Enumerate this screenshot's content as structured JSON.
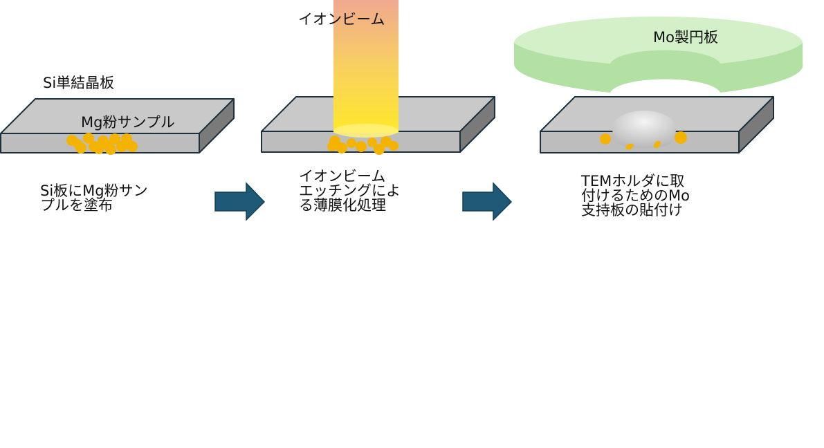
{
  "colors": {
    "plate_top": "#c9c9c9",
    "plate_front": "#bdbdbd",
    "plate_side": "#7a7a7a",
    "plate_edge": "#1c2f3c",
    "particle": "#f5b301",
    "arrow": "#1e5a78",
    "arrow_edge": "#123f55",
    "beam_top": "#f0a890",
    "beam_mid": "#f8d060",
    "beam_bottom": "#ffe82a",
    "mo_disk_top": "#d4f0c8",
    "mo_disk_side": "#b3e0a3",
    "dimple": "#e8e8e8"
  },
  "step1": {
    "plate_label": "Si単結晶板",
    "sample_label": "Mg粉サンプル",
    "caption": [
      "Si板にMg粉サン",
      "プルを塗布"
    ]
  },
  "step2": {
    "beam_label": "イオンビーム",
    "caption": [
      "イオンビーム",
      "エッチングによ",
      "る薄膜化処理"
    ]
  },
  "step3": {
    "disk_label": "Mo製円板",
    "caption": [
      "TEMホルダに取",
      "付けるためのMo",
      "支持板の貼付け"
    ]
  }
}
